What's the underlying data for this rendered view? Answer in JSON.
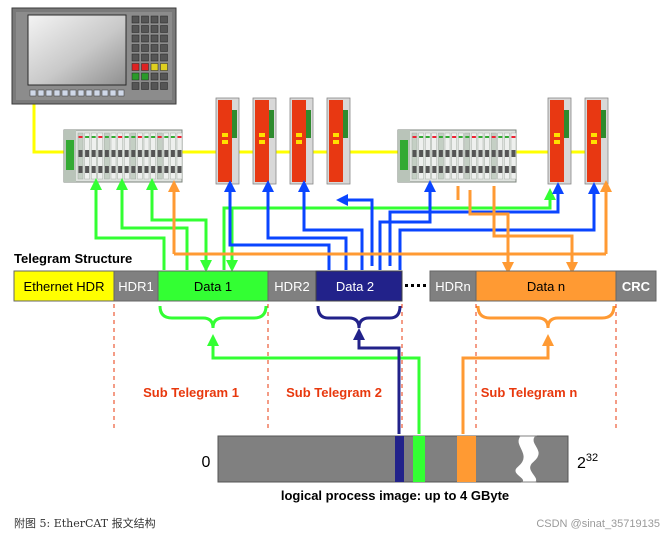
{
  "telegram": {
    "title": "Telegram Structure",
    "segments": {
      "eth": "Ethernet HDR",
      "hdr1": "HDR1",
      "data1": "Data 1",
      "hdr2": "HDR2",
      "data2": "Data 2",
      "hdrn": "HDRn",
      "datan": "Data n",
      "crc": "CRC"
    }
  },
  "sub_telegrams": {
    "s1": "Sub Telegram 1",
    "s2": "Sub Telegram 2",
    "sn": "Sub Telegram n"
  },
  "process_image": {
    "start": "0",
    "end_base": "2",
    "end_exp": "32",
    "caption": "logical process image: up to 4 GByte"
  },
  "figure_caption": "附图  5: EtherCAT 报文结构",
  "watermark": "CSDN @sinat_35719135",
  "colors": {
    "green": "#33ff33",
    "blue": "#0a45ff",
    "orange": "#ff9a33",
    "navy": "#22228a",
    "yellow": "#ffff00",
    "gray": "#808080",
    "red": "#e83812",
    "label_red": "#e8380d"
  }
}
